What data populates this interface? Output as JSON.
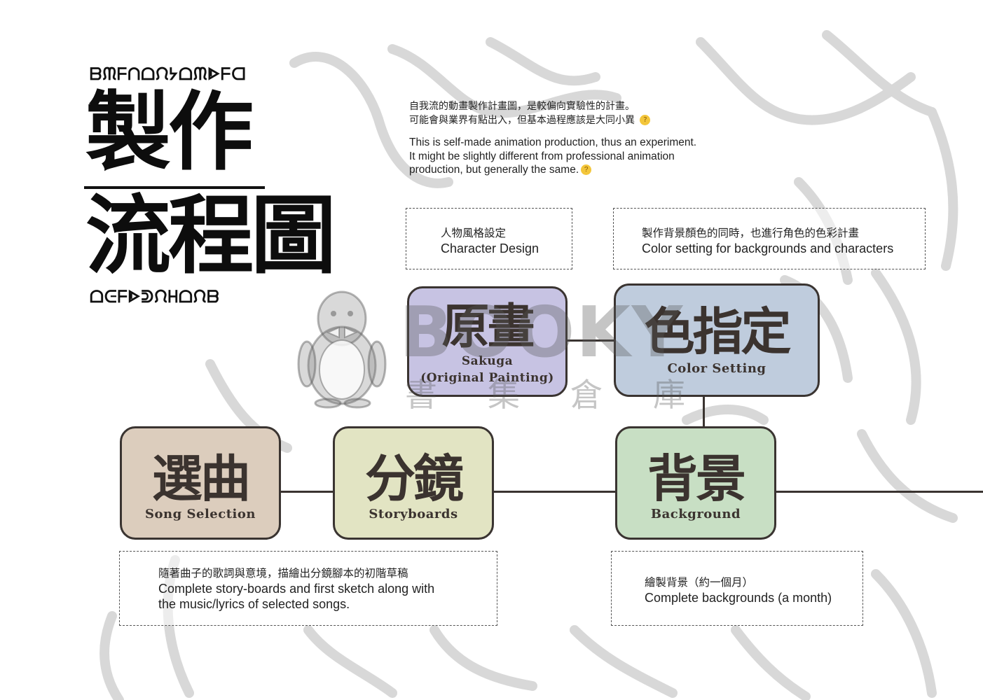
{
  "title": {
    "cipher_top": "ᗷᙏᖴᑎᗝᙁᔭᗝᙏᐈᖴᗡ",
    "line1": "製作",
    "line2": "流程圖",
    "cipher_bottom": "ᗝᕮᖴᐈᕲᙁᕼᗝᙁᗷ"
  },
  "intro": {
    "zh_line1": "自我流的動畫製作計畫圖，是較偏向實驗性的計畫。",
    "zh_line2": "可能會與業界有點出入，但基本過程應該是大同小異",
    "en_line1": "This is self-made animation production, thus an experiment.",
    "en_line2": "It might be slightly different from professional animation",
    "en_line3": "production, but generally the same.",
    "emoji_icon": "thinking-face-icon"
  },
  "notes": {
    "character": {
      "zh": "人物風格設定",
      "en": "Character Design"
    },
    "color": {
      "zh": "製作背景顏色的同時，也進行角色的色彩計畫",
      "en": "Color setting for backgrounds and characters"
    },
    "storyboard": {
      "zh": "隨著曲子的歌詞與意境，描繪出分鏡腳本的初階草稿",
      "en1": "Complete story-boards and first sketch along with",
      "en2": "the music/lyrics of selected songs."
    },
    "background": {
      "zh": "繪製背景（約一個月）",
      "en": "Complete backgrounds (a month)"
    }
  },
  "steps": {
    "song": {
      "zh": "選曲",
      "en": "Song Selection",
      "color": "#dccdbd"
    },
    "storyboards": {
      "zh": "分鏡",
      "en": "Storyboards",
      "color": "#e2e4c3"
    },
    "background": {
      "zh": "背景",
      "en": "Background",
      "color": "#c8dfc4"
    },
    "sakuga": {
      "zh": "原畫",
      "en1": "Sakuga",
      "en2": "(Original Painting)",
      "color": "#c7c3e3"
    },
    "color": {
      "zh": "色指定",
      "en": "Color Setting",
      "color": "#bfccdd"
    }
  },
  "watermark": {
    "word": "BOOKY",
    "sub": "書集倉庫"
  }
}
